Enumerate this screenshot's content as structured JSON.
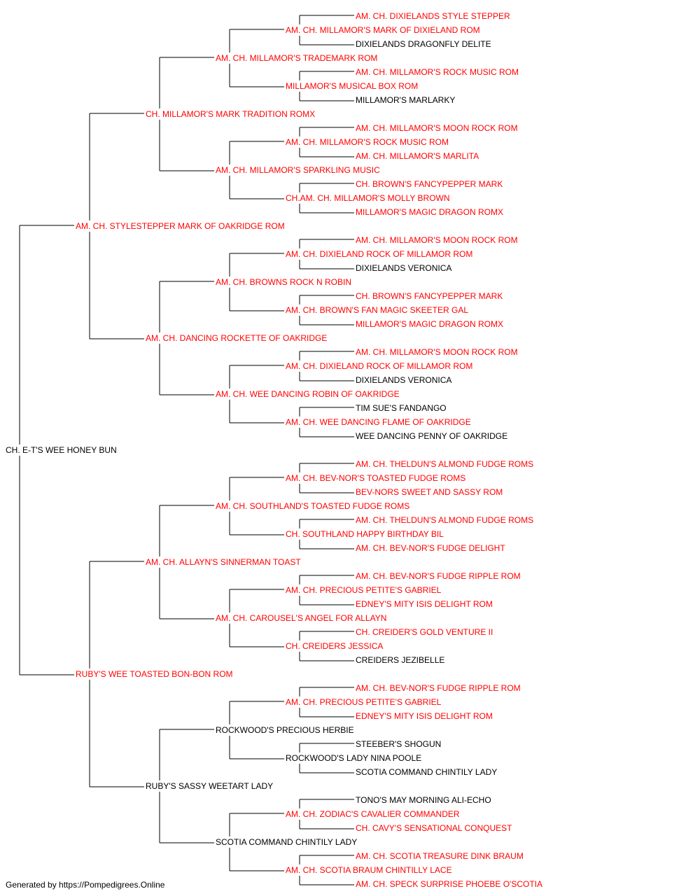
{
  "pedigree": {
    "subject": {
      "name": "CH. E-T'S WEE HONEY BUN",
      "champion": false
    },
    "ancestors": [
      {
        "name": "AM. CH. STYLESTEPPER MARK OF OAKRIDGE ROM",
        "champion": true
      },
      {
        "name": "CH. MILLAMOR'S MARK TRADITION ROMX",
        "champion": true
      },
      {
        "name": "AM. CH. MILLAMOR'S TRADEMARK ROM",
        "champion": true
      },
      {
        "name": "AM. CH. MILLAMOR'S MARK OF DIXIELAND ROM",
        "champion": true
      },
      {
        "name": "AM. CH. DIXIELANDS STYLE STEPPER",
        "champion": true
      },
      {
        "name": "DIXIELANDS DRAGONFLY DELITE",
        "champion": false
      },
      {
        "name": "MILLAMOR'S MUSICAL BOX ROM",
        "champion": true
      },
      {
        "name": "AM. CH. MILLAMOR'S ROCK MUSIC ROM",
        "champion": true
      },
      {
        "name": "MILLAMOR'S MARLARKY",
        "champion": false
      },
      {
        "name": "AM. CH. MILLAMOR'S SPARKLING MUSIC",
        "champion": true
      },
      {
        "name": "AM. CH. MILLAMOR'S ROCK MUSIC ROM",
        "champion": true
      },
      {
        "name": "AM. CH. MILLAMOR'S MOON ROCK ROM",
        "champion": true
      },
      {
        "name": "AM. CH. MILLAMOR'S MARLITA",
        "champion": true
      },
      {
        "name": "CH.AM. CH. MILLAMOR'S MOLLY BROWN",
        "champion": true
      },
      {
        "name": "CH. BROWN'S FANCYPEPPER MARK",
        "champion": true
      },
      {
        "name": "MILLAMOR'S MAGIC DRAGON ROMX",
        "champion": true
      },
      {
        "name": "AM. CH. DANCING ROCKETTE OF OAKRIDGE",
        "champion": true
      },
      {
        "name": "AM. CH. BROWNS ROCK N ROBIN",
        "champion": true
      },
      {
        "name": "AM. CH. DIXIELAND ROCK OF MILLAMOR ROM",
        "champion": true
      },
      {
        "name": "AM. CH. MILLAMOR'S MOON ROCK ROM",
        "champion": true
      },
      {
        "name": "DIXIELANDS VERONICA",
        "champion": false
      },
      {
        "name": "AM. CH. BROWN'S FAN MAGIC SKEETER GAL",
        "champion": true
      },
      {
        "name": "CH. BROWN'S FANCYPEPPER MARK",
        "champion": true
      },
      {
        "name": "MILLAMOR'S MAGIC DRAGON ROMX",
        "champion": true
      },
      {
        "name": "AM. CH. WEE DANCING ROBIN OF OAKRIDGE",
        "champion": true
      },
      {
        "name": "AM. CH. DIXIELAND ROCK OF MILLAMOR ROM",
        "champion": true
      },
      {
        "name": "AM. CH. MILLAMOR'S MOON ROCK ROM",
        "champion": true
      },
      {
        "name": "DIXIELANDS VERONICA",
        "champion": false
      },
      {
        "name": "AM. CH. WEE DANCING FLAME OF OAKRIDGE",
        "champion": true
      },
      {
        "name": "TIM SUE'S FANDANGO",
        "champion": false
      },
      {
        "name": "WEE DANCING PENNY OF OAKRIDGE",
        "champion": false
      },
      {
        "name": "RUBY'S WEE TOASTED BON-BON ROM",
        "champion": true
      },
      {
        "name": "AM. CH. ALLAYN'S SINNERMAN TOAST",
        "champion": true
      },
      {
        "name": "AM. CH. SOUTHLAND'S TOASTED FUDGE ROMS",
        "champion": true
      },
      {
        "name": "AM. CH. BEV-NOR'S TOASTED FUDGE ROMS",
        "champion": true
      },
      {
        "name": "AM. CH. THELDUN'S ALMOND FUDGE ROMS",
        "champion": true
      },
      {
        "name": "BEV-NORS SWEET AND SASSY ROM",
        "champion": true
      },
      {
        "name": "CH. SOUTHLAND HAPPY BIRTHDAY BIL",
        "champion": true
      },
      {
        "name": "AM. CH. THELDUN'S ALMOND FUDGE ROMS",
        "champion": true
      },
      {
        "name": "AM. CH. BEV-NOR'S FUDGE DELIGHT",
        "champion": true
      },
      {
        "name": "AM. CH. CAROUSEL'S ANGEL FOR ALLAYN",
        "champion": true
      },
      {
        "name": "AM. CH. PRECIOUS PETITE'S GABRIEL",
        "champion": true
      },
      {
        "name": "AM. CH. BEV-NOR'S FUDGE RIPPLE ROM",
        "champion": true
      },
      {
        "name": "EDNEY'S MITY ISIS DELIGHT ROM",
        "champion": true
      },
      {
        "name": "CH. CREIDERS JESSICA",
        "champion": true
      },
      {
        "name": "CH. CREIDER'S GOLD VENTURE II",
        "champion": true
      },
      {
        "name": "CREIDERS JEZIBELLE",
        "champion": false
      },
      {
        "name": "RUBY'S SASSY WEETART LADY",
        "champion": false
      },
      {
        "name": "ROCKWOOD'S PRECIOUS HERBIE",
        "champion": false
      },
      {
        "name": "AM. CH. PRECIOUS PETITE'S GABRIEL",
        "champion": true
      },
      {
        "name": "AM. CH. BEV-NOR'S FUDGE RIPPLE ROM",
        "champion": true
      },
      {
        "name": "EDNEY'S MITY ISIS DELIGHT ROM",
        "champion": true
      },
      {
        "name": "ROCKWOOD'S LADY NINA POOLE",
        "champion": false
      },
      {
        "name": "STEEBER'S SHOGUN",
        "champion": false
      },
      {
        "name": "SCOTIA COMMAND CHINTILY LADY",
        "champion": false
      },
      {
        "name": "SCOTIA COMMAND CHINTILY LADY",
        "champion": false
      },
      {
        "name": "AM. CH. ZODIAC'S CAVALIER COMMANDER",
        "champion": true
      },
      {
        "name": "TONO'S MAY MORNING ALI-ECHO",
        "champion": false
      },
      {
        "name": "CH. CAVY'S SENSATIONAL CONQUEST",
        "champion": true
      },
      {
        "name": "AM. CH. SCOTIA BRAUM CHINTILLY LACE",
        "champion": true
      },
      {
        "name": "AM. CH. SCOTIA TREASURE DINK BRAUM",
        "champion": true
      },
      {
        "name": "AM. CH. SPECK SURPRISE PHOEBE O'SCOTIA",
        "champion": true
      }
    ]
  },
  "colors": {
    "champion": "#ff0000",
    "normal": "#000000",
    "line": "#000000"
  },
  "footer": {
    "text": "Generated by https://Pompedigrees.Online"
  }
}
